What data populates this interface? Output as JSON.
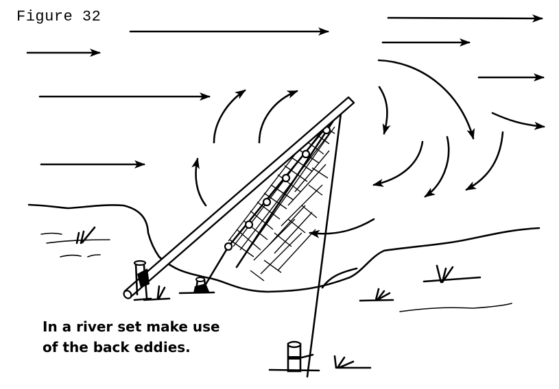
{
  "figure": {
    "title": "Figure 32",
    "caption_line1": "In a river set make use",
    "caption_line2": "of the back eddies."
  },
  "elements": {
    "current_arrows": "straight-current-arrows",
    "eddy_arrows": "curved-back-eddy-arrows",
    "pole": "diagonal-net-pole",
    "net": "gill-net-with-floats",
    "stakes": [
      "shore-stake-left",
      "anchor-stake-center",
      "anchor-stake-bottom"
    ],
    "colors": {
      "ink": "#000000",
      "paper": "#ffffff"
    }
  }
}
